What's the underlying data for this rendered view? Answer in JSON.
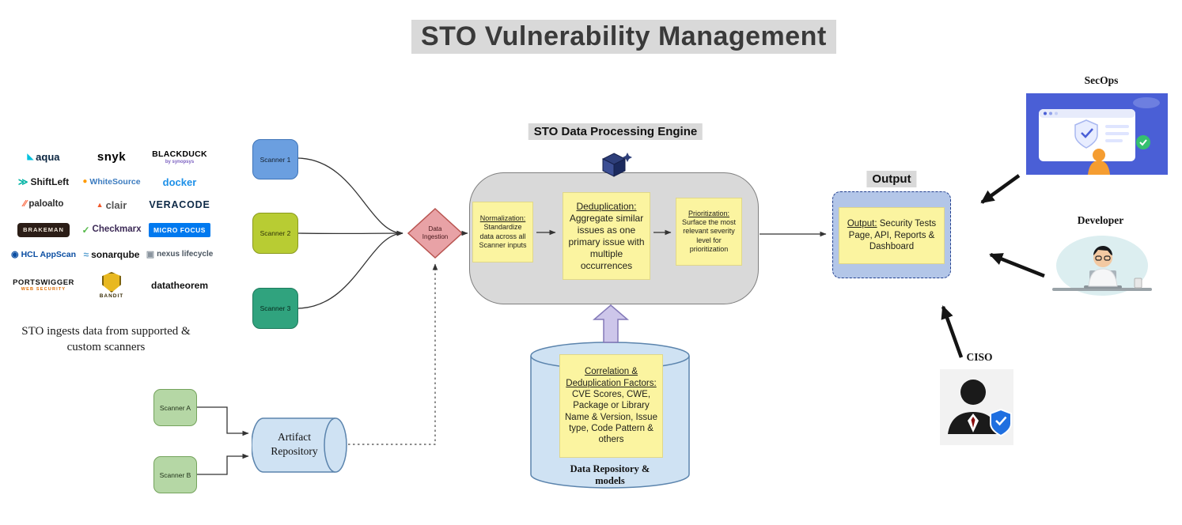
{
  "title": "STO Vulnerability Management",
  "colors": {
    "highlight_bg": "#d9d9d9",
    "engine_fill": "#d9d9d9",
    "sticky_fill": "#fbf4a0",
    "scanner1_fill": "#6b9fe0",
    "scanner2_fill": "#b8cc33",
    "scanner3_fill": "#30a37e",
    "ingestion_fill": "#e8a2a6",
    "repository_fill": "#cfe2f3",
    "output_fill": "#b3c6e8",
    "custom_scanner_fill": "#b5d7a5"
  },
  "scanner_logos": {
    "items": [
      {
        "label": "aqua",
        "icon": "◣"
      },
      {
        "label": "snyk"
      },
      {
        "label": "BLACKDUCK",
        "sub": "by synopsys"
      },
      {
        "label": "ShiftLeft",
        "icon": "≫"
      },
      {
        "label": "WhiteSource",
        "icon": "●"
      },
      {
        "label": "docker"
      },
      {
        "label": "paloalto",
        "icon": "∕∕"
      },
      {
        "label": "clair",
        "icon": "▲"
      },
      {
        "label": "VERACODE"
      },
      {
        "label": "BRAKEMAN"
      },
      {
        "label": "Checkmarx",
        "icon": "✓"
      },
      {
        "label": "MICRO FOCUS"
      },
      {
        "label": "HCL AppScan",
        "icon": "◉"
      },
      {
        "label": "sonarqube",
        "icon": "≈"
      },
      {
        "label": "nexus lifecycle",
        "icon": "▣"
      },
      {
        "label": "PORTSWIGGER",
        "sub": "WEB SECURITY"
      },
      {
        "label": "BANDIT"
      },
      {
        "label": "datatheorem"
      }
    ],
    "caption_line1": "STO ingests data from supported  &",
    "caption_line2": "custom scanners"
  },
  "flow": {
    "scanner_1": "Scanner 1",
    "scanner_2": "Scanner 2",
    "scanner_3": "Scanner 3",
    "data_ingestion_line1": "Data",
    "data_ingestion_line2": "Ingestion",
    "engine_title": "STO Data Processing Engine",
    "normalization_heading": "Normalization:",
    "normalization_body": "Standardize data across all Scanner inputs",
    "deduplication_heading": "Deduplication:",
    "deduplication_body": "Aggregate similar issues as one primary issue with multiple occurrences",
    "prioritization_heading": "Prioritization:",
    "prioritization_body": "Surface the most relevant severity level for prioritization",
    "correlation_heading": "Correlation & Deduplication Factors:",
    "correlation_body": "CVE Scores, CWE, Package or Library Name & Version, Issue type, Code Pattern & others",
    "data_repo_label_line1": "Data Repository &",
    "data_repo_label_line2": "models",
    "output_title": "Output",
    "output_note_heading": "Output:",
    "output_note_body": "Security Tests Page, API, Reports & Dashboard"
  },
  "custom": {
    "scanner_a": "Scanner A",
    "scanner_b": "Scanner B",
    "artifact_repo_line1": "Artifact",
    "artifact_repo_line2": "Repository"
  },
  "actors": {
    "secops": "SecOps",
    "developer": "Developer",
    "ciso": "CISO"
  }
}
